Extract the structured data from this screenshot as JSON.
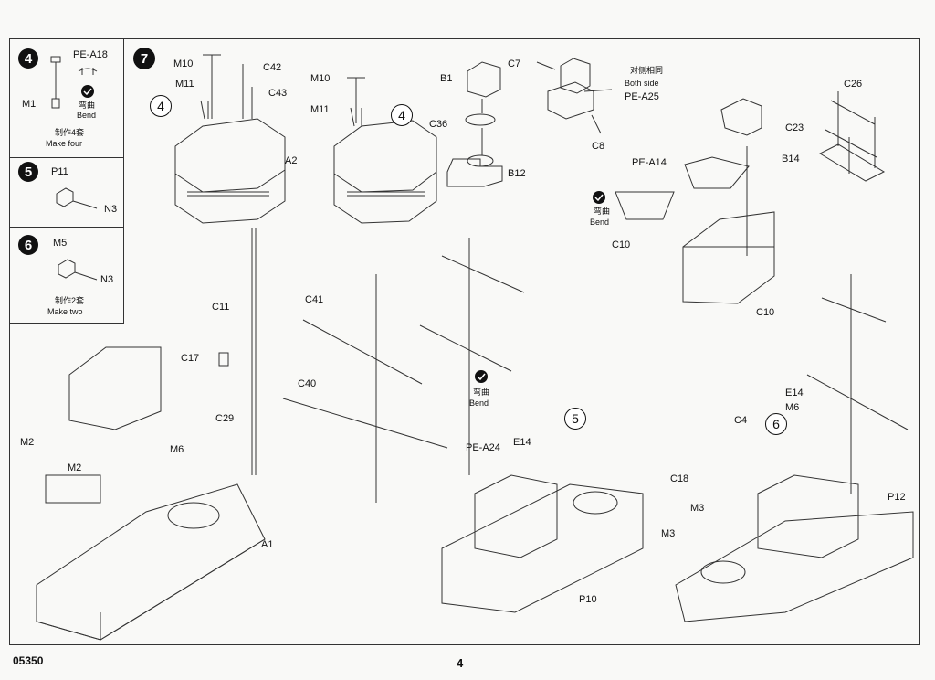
{
  "footer": {
    "code": "05350",
    "page_number": "4"
  },
  "steps": {
    "s4": {
      "number": "4",
      "parts": {
        "pe": "PE-A18",
        "m": "M1"
      },
      "bend_cn": "弯曲",
      "bend_en": "Bend",
      "make_cn": "制作4套",
      "make_en": "Make four"
    },
    "s5": {
      "number": "5",
      "parts": {
        "p": "P11",
        "n": "N3"
      }
    },
    "s6": {
      "number": "6",
      "parts": {
        "m": "M5",
        "n": "N3"
      },
      "make_cn": "制作2套",
      "make_en": "Make two"
    },
    "s7": {
      "number": "7"
    }
  },
  "labels": {
    "m10a": "M10",
    "m11a": "M11",
    "c42": "C42",
    "c43": "C43",
    "a2": "A2",
    "call4a": "4",
    "m10b": "M10",
    "m11b": "M11",
    "call4b": "4",
    "b1": "B1",
    "c36": "C36",
    "b12": "B12",
    "c7": "C7",
    "both_cn": "对侧相同",
    "both_en": "Both side",
    "pea25": "PE-A25",
    "c8": "C8",
    "c26": "C26",
    "c23": "C23",
    "b14": "B14",
    "pea14": "PE-A14",
    "bend2_cn": "弯曲",
    "bend2_en": "Bend",
    "c10a": "C10",
    "c10b": "C10",
    "c11": "C11",
    "c17": "C17",
    "c29": "C29",
    "c41": "C41",
    "c40": "C40",
    "bend3_cn": "弯曲",
    "bend3_en": "Bend",
    "pea24": "PE-A24",
    "e14a": "E14",
    "call5": "5",
    "p10": "P10",
    "m2a": "M2",
    "m2b": "M2",
    "m6a": "M6",
    "a1": "A1",
    "c4": "C4",
    "call6": "6",
    "e14b": "E14",
    "m6b": "M6",
    "c18": "C18",
    "m3a": "M3",
    "m3b": "M3",
    "p12": "P12"
  },
  "icons": {
    "bend": "bend-check-icon"
  }
}
